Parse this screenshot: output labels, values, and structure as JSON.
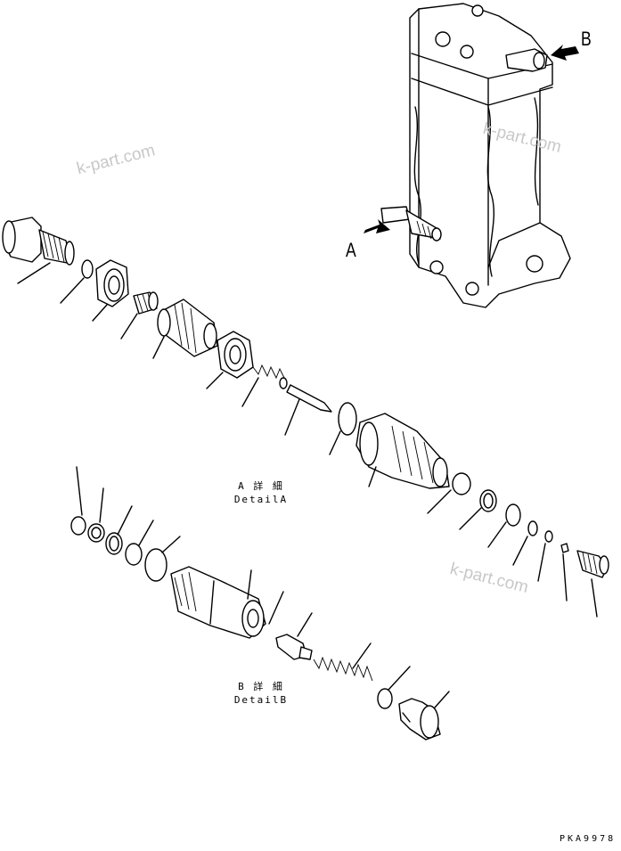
{
  "diagram": {
    "callouts": {
      "view_a": "A",
      "view_b": "B"
    },
    "detail_a": {
      "line1": "A 詳 細",
      "line2": "DetailA"
    },
    "detail_b": {
      "line1": "B 詳 細",
      "line2": "DetailB"
    },
    "watermarks": [
      "k-part.com",
      "k-part.com",
      "k-part.com"
    ],
    "figure_code": "PKA9978"
  }
}
